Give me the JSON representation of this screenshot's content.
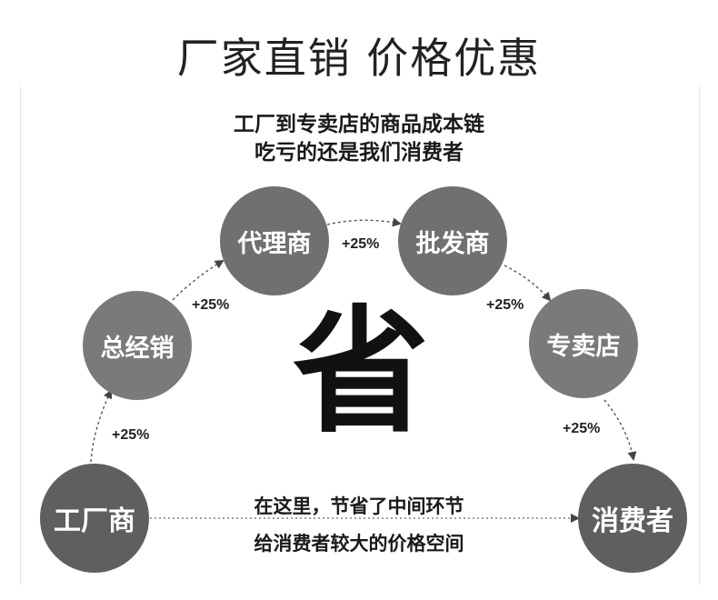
{
  "title": "厂家直销 价格优惠",
  "subtitle": {
    "line1": "工厂到专卖店的商品成本链",
    "line2": "吃亏的还是我们消费者"
  },
  "nodes": {
    "factory": "工厂商",
    "general_distributor": "总经销",
    "agent": "代理商",
    "wholesaler": "批发商",
    "store": "专卖店",
    "consumer": "消费者"
  },
  "markups": [
    "+25%",
    "+25%",
    "+25%",
    "+25%",
    "+25%"
  ],
  "center_char": "省",
  "bottom_note": {
    "line1": "在这里，节省了中间环节",
    "line2": "给消费者较大的价格空间"
  },
  "colors": {
    "node_fill": "#737373",
    "node_fill_dark": "#5a5a5a",
    "arrow": "#444444"
  }
}
